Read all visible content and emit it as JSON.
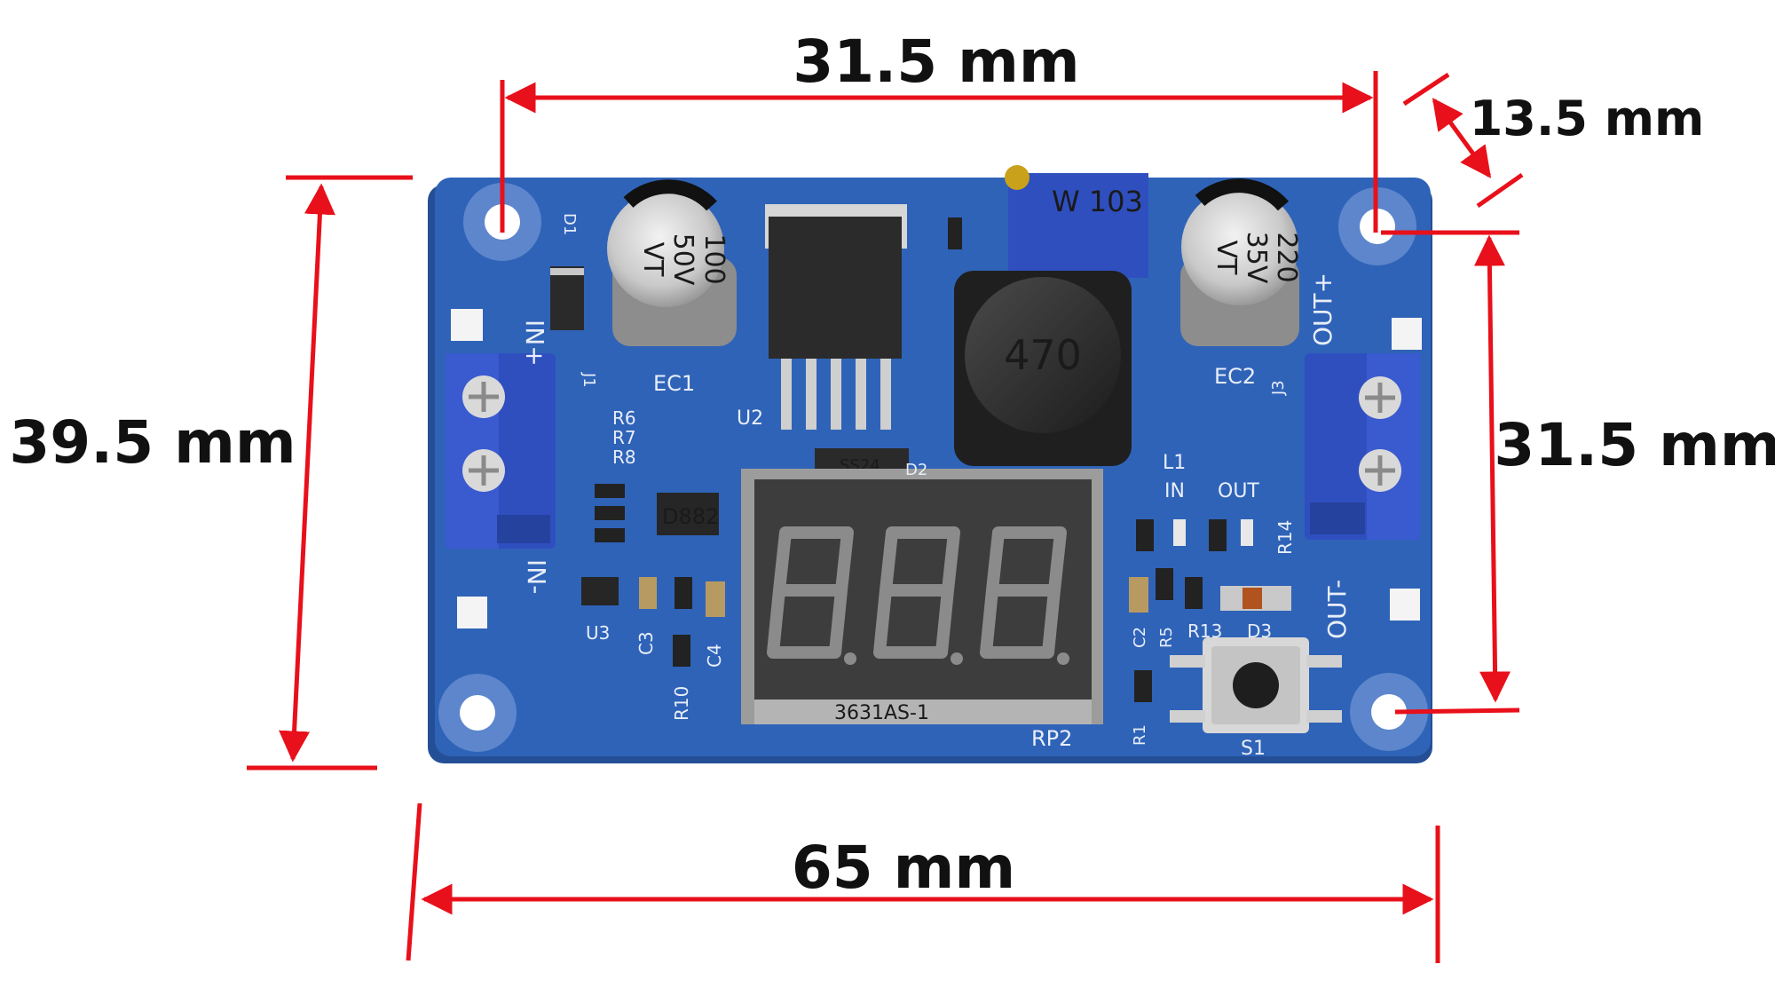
{
  "dimensions": {
    "top_width": "31.5 mm",
    "corner_offset": "13.5 mm",
    "left_height": "39.5 mm",
    "right_height": "31.5 mm",
    "bottom_width": "65 mm"
  },
  "board": {
    "cap_ec1": {
      "value": "100",
      "voltage": "50V",
      "series": "VT",
      "ref": "EC1"
    },
    "cap_ec2": {
      "value": "220",
      "voltage": "35V",
      "series": "VT",
      "ref": "EC2"
    },
    "potentiometer": "W 103",
    "inductor": "470",
    "inductor_ref": "L1",
    "regulator_ref": "U2",
    "transistor": "D882",
    "schottky": "SS24",
    "display_part": "3631AS-1",
    "display_ref": "RP2",
    "button_ref": "S1",
    "led_in": "IN",
    "led_out": "OUT",
    "label_in_plus": "IN+",
    "label_in_minus": "IN-",
    "label_out_plus": "OUT+",
    "label_out_minus": "OUT-",
    "refs": {
      "d1": "D1",
      "d2": "D2",
      "d3": "D3",
      "r6": "R6",
      "r7": "R7",
      "r8": "R8",
      "u3": "U3",
      "c3": "C3",
      "c4": "C4",
      "r10": "R10",
      "r14": "R14",
      "r13": "R13",
      "r5": "R5",
      "c2": "C2",
      "r1": "R1",
      "j1": "J1",
      "j3": "J3"
    }
  },
  "colors": {
    "pcb": "#2f63b8",
    "pcb_edge": "#244f96",
    "terminal": "#2f4fbf",
    "dimension_line": "#e8101a",
    "display_segment": "#8b8b8b"
  }
}
